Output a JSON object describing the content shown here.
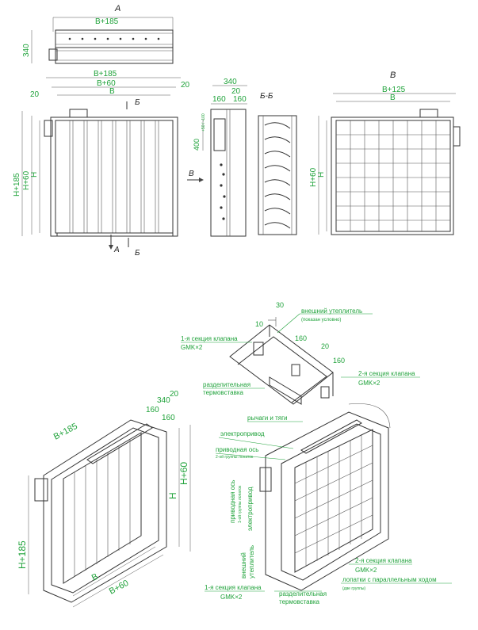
{
  "views": {
    "view_a": "А",
    "view_v": "В",
    "section_bb": "Б-Б",
    "arrow_a": "А",
    "arrow_b_top": "Б",
    "arrow_b_bottom": "Б",
    "arrow_v": "В"
  },
  "dims": {
    "top_width": "B+185",
    "top_depth": "340",
    "front_b185": "B+185",
    "front_b60": "B+60",
    "front_b": "B",
    "front_20_left": "20",
    "front_20_right": "20",
    "front_h185": "H+185",
    "front_h60": "H+60",
    "front_h": "H",
    "side_340": "340",
    "side_160a": "160",
    "side_20": "20",
    "side_160b": "160",
    "side_400": "400",
    "side_400_tol": "+50 / -100",
    "back_b125": "B+125",
    "back_b": "B",
    "back_h60": "H+60",
    "back_h": "H",
    "iso_b185": "B+185",
    "iso_340": "340",
    "iso_20": "20",
    "iso_160a": "160",
    "iso_160b": "160",
    "iso_h60": "H+60",
    "iso_h": "H",
    "iso_h185": "H+185",
    "iso_b": "B",
    "iso_b60": "B+60",
    "det_30": "30",
    "det_10": "10",
    "det_160a": "160",
    "det_20": "20",
    "det_160b": "160"
  },
  "labels": {
    "ext_insulation": "внешний утеплитель",
    "ext_insulation_note": "(показан условно)",
    "section1_top": "1-я секция клапана",
    "section1_top_model": "GMK×2",
    "divider_top": "разделительная",
    "divider_top_2": "термовставка",
    "section2_top": "2-я секция клапана",
    "section2_top_model": "GMK×2",
    "levers": "рычаги и тяги",
    "actuator": "электропривод",
    "drive_axis": "приводная ось",
    "drive_axis_note": "2-ой группы лопаток",
    "drive_axis_v": "приводная ось",
    "drive_axis_v_note": "1-ой группы лопаток",
    "actuator_v": "электропривод",
    "ext_insulation_v": "внешний",
    "ext_insulation_v2": "утеплитель",
    "section2_bottom": "2-я секция клапана",
    "section2_bottom_model": "GMK×2",
    "blades": "лопатки с параллельным ходом",
    "blades_note": "(две группы)",
    "section1_bottom": "1-я секция клапана",
    "section1_bottom_model": "GMK×2",
    "divider_bottom": "разделительная",
    "divider_bottom_2": "термовставка"
  }
}
